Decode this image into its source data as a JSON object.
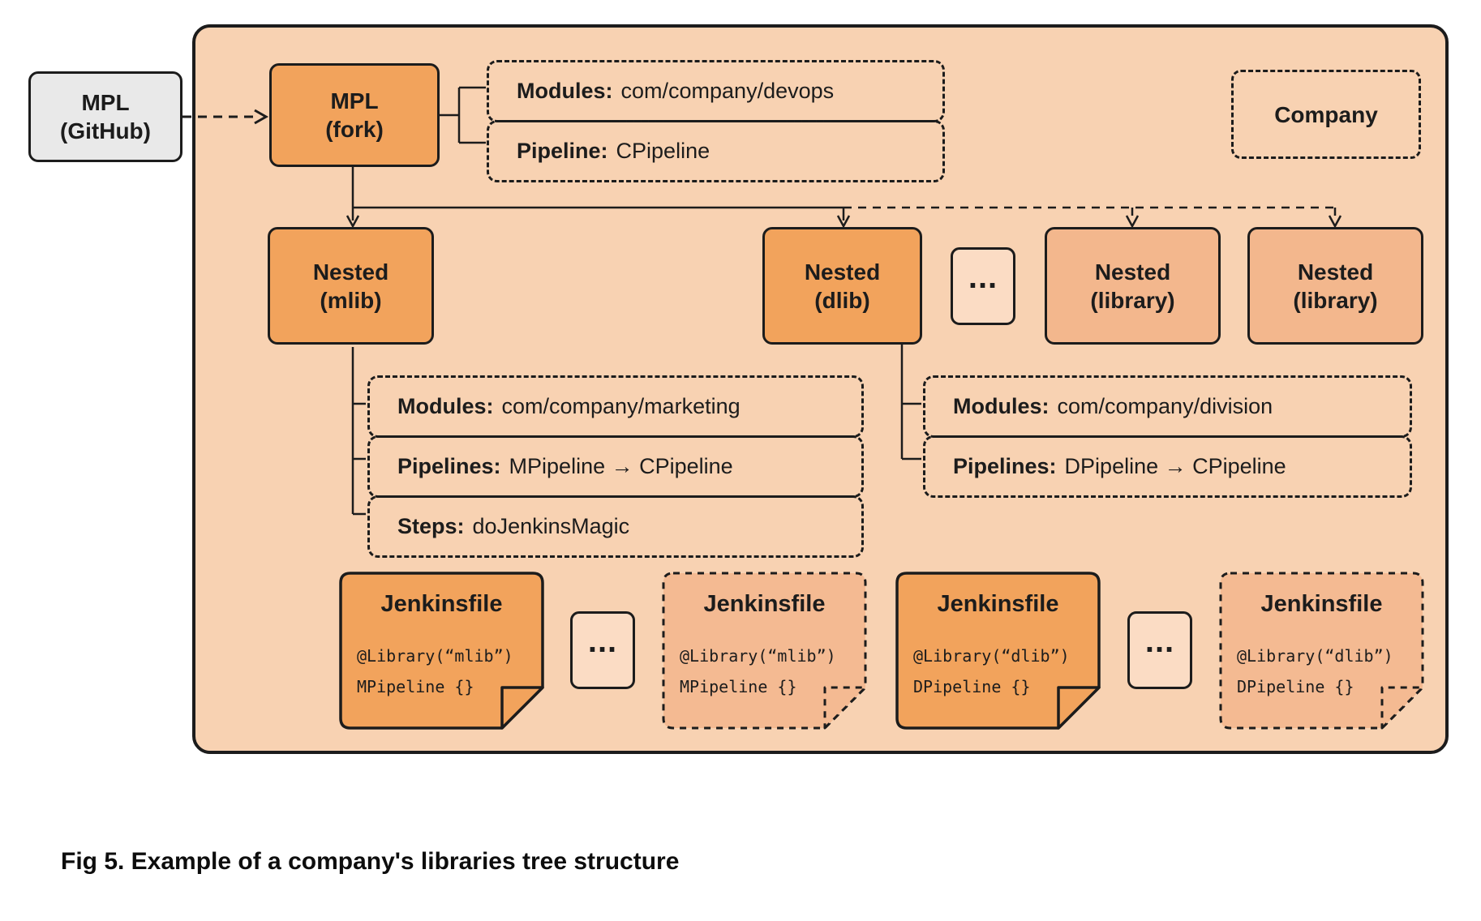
{
  "caption": "Fig 5. Example of a company's libraries tree structure",
  "colors": {
    "container_fill": "#F8D2B2",
    "solid_box_fill": "#F2A35C",
    "library_box_fill": "#F3B78D",
    "dashed_card_fill": "#F4BA92",
    "dots_box_fill": "#FBDCC4",
    "github_box_fill": "#E9E9E9",
    "line_color": "#1c1c1c"
  },
  "diagram": {
    "github_box": {
      "line1": "MPL",
      "line2": "(GitHub)"
    },
    "fork_box": {
      "line1": "MPL",
      "line2": "(fork)"
    },
    "company_box": {
      "label": "Company"
    },
    "fork_details": [
      {
        "label": "Modules:",
        "value": "com/company/devops"
      },
      {
        "label": "Pipeline:",
        "value": "CPipeline"
      }
    ],
    "nested_mlib": {
      "line1": "Nested",
      "line2": "(mlib)"
    },
    "nested_dlib": {
      "line1": "Nested",
      "line2": "(dlib)"
    },
    "row2_dots": "...",
    "nested_library1": {
      "line1": "Nested",
      "line2": "(library)"
    },
    "nested_library2": {
      "line1": "Nested",
      "line2": "(library)"
    },
    "mlib_details": [
      {
        "label": "Modules:",
        "value": "com/company/marketing"
      },
      {
        "label": "Pipelines:",
        "value": "MPipeline → CPipeline"
      },
      {
        "label": "Steps:",
        "value": "doJenkinsMagic"
      }
    ],
    "dlib_details": [
      {
        "label": "Modules:",
        "value": "com/company/division"
      },
      {
        "label": "Pipelines:",
        "value": "DPipeline → CPipeline"
      }
    ],
    "jenkinsfile1": {
      "title": "Jenkinsfile",
      "code1": "@Library(“mlib”)",
      "code2": "MPipeline {}"
    },
    "jenkins_dots_left": "...",
    "jenkinsfile2": {
      "title": "Jenkinsfile",
      "code1": "@Library(“mlib”)",
      "code2": "MPipeline {}"
    },
    "jenkinsfile3": {
      "title": "Jenkinsfile",
      "code1": "@Library(“dlib”)",
      "code2": "DPipeline {}"
    },
    "jenkins_dots_right": "...",
    "jenkinsfile4": {
      "title": "Jenkinsfile",
      "code1": "@Library(“dlib”)",
      "code2": "DPipeline {}"
    }
  }
}
